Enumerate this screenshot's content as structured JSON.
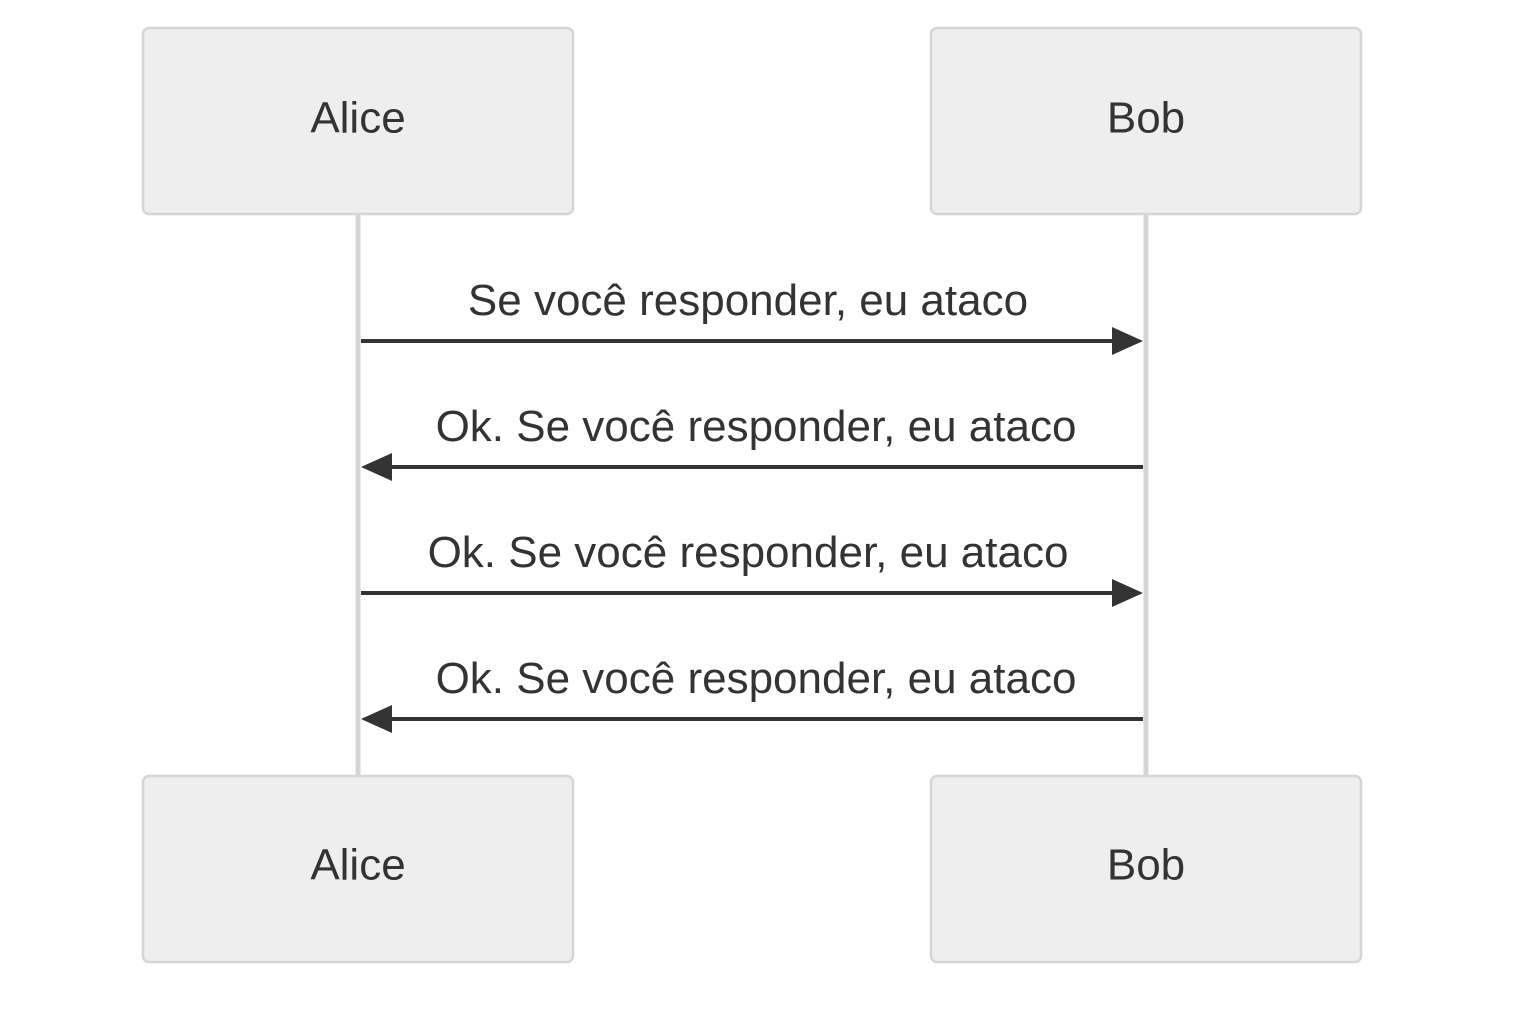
{
  "participants": [
    {
      "id": "alice",
      "label": "Alice"
    },
    {
      "id": "bob",
      "label": "Bob"
    }
  ],
  "messages": [
    {
      "from": "alice",
      "to": "bob",
      "text": "Se você responder, eu ataco"
    },
    {
      "from": "bob",
      "to": "alice",
      "text": "Ok. Se você responder, eu ataco"
    },
    {
      "from": "alice",
      "to": "bob",
      "text": "Ok. Se você responder, eu ataco"
    },
    {
      "from": "bob",
      "to": "alice",
      "text": "Ok. Se você responder, eu ataco"
    }
  ]
}
